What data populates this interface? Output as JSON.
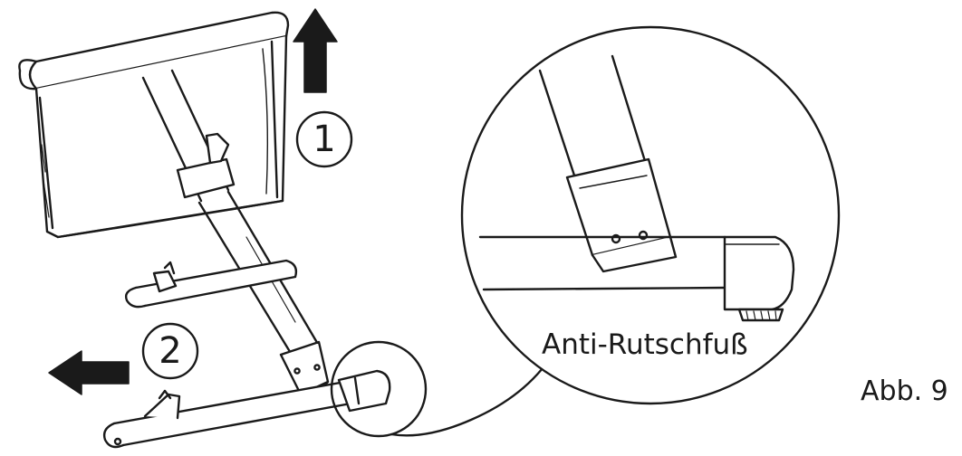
{
  "step_1": "1",
  "step_2": "2",
  "callout_label": "Anti-Rutschfuß",
  "figure_label": "Abb. 9",
  "colors": {
    "line": "#1a1a1a",
    "background": "#ffffff"
  },
  "icons": [
    "arrow-up-icon",
    "arrow-left-icon"
  ]
}
